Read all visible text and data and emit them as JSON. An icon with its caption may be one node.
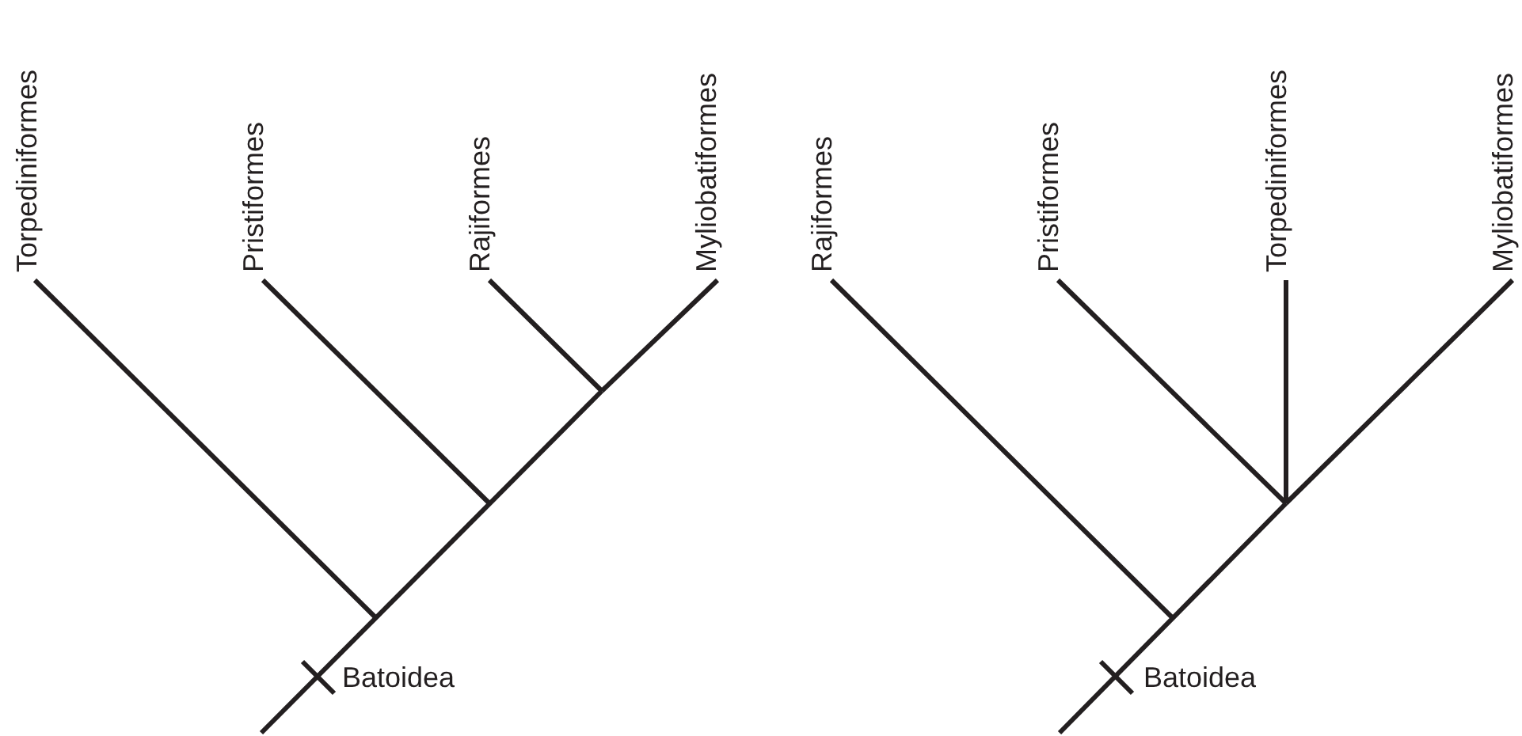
{
  "diagram": {
    "nodes": [
      {
        "text": [
          "Torpediniformes"
        ]
      },
      {
        "text": [
          "Pristiformes"
        ]
      },
      {
        "text": [
          "Rajiformes"
        ]
      },
      {
        "text": [
          "Myliobatiformes"
        ]
      },
      {
        "text": [
          "Rajiformes"
        ]
      },
      {
        "text": [
          "Pristiformes"
        ]
      },
      {
        "text": [
          "Torpediniformes"
        ]
      },
      {
        "text": [
          "Myliobatiformes"
        ]
      }
    ],
    "edges": [
      {
        "from": null,
        "to": 0,
        "arrow": "none"
      },
      {
        "from": null,
        "to": 1,
        "arrow": "none"
      },
      {
        "from": null,
        "to": 2,
        "arrow": "none"
      },
      {
        "from": null,
        "to": 3,
        "arrow": "none"
      },
      {
        "from": null,
        "to": 4,
        "arrow": "none"
      },
      {
        "from": null,
        "to": 5,
        "arrow": "none"
      },
      {
        "from": null,
        "to": 6,
        "arrow": "none"
      },
      {
        "from": null,
        "to": 7,
        "arrow": "none"
      }
    ],
    "labels": [
      "Batoidea",
      "Batoidea"
    ]
  }
}
